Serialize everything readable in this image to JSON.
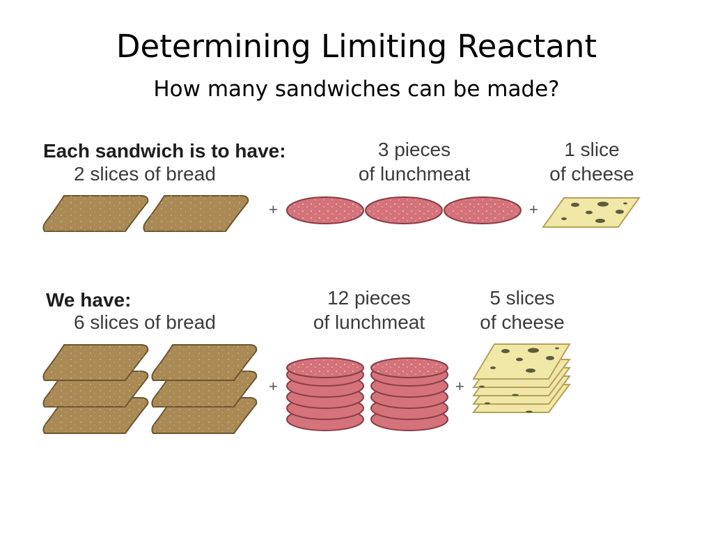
{
  "title": "Determining Limiting Reactant",
  "subtitle": "How many sandwiches can be made?",
  "recipe": {
    "heading": "Each sandwich is to have:",
    "bread": "2 slices of bread",
    "lunchmeat_line1": "3 pieces",
    "lunchmeat_line2": "of lunchmeat",
    "cheese_line1": "1 slice",
    "cheese_line2": "of cheese",
    "plus": "+"
  },
  "inventory": {
    "heading": "We have:",
    "bread": "6 slices of bread",
    "lunchmeat_line1": "12 pieces",
    "lunchmeat_line2": "of lunchmeat",
    "cheese_line1": "5 slices",
    "cheese_line2": "of cheese",
    "plus": "+"
  },
  "colors": {
    "bread": "#a98a55",
    "bread_edge": "#6e5631",
    "lunchmeat": "#d4737a",
    "lunchmeat_edge": "#8c3c45",
    "cheese": "#f1e7a6",
    "cheese_edge": "#b7a15a",
    "cheese_hole": "#5e5a3c"
  }
}
